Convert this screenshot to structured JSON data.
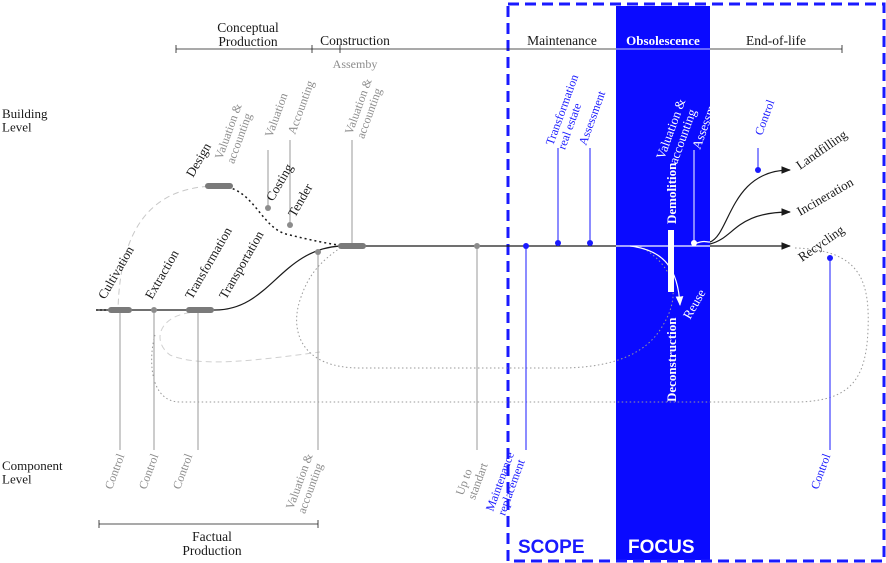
{
  "levels": {
    "building": "Building\nLevel",
    "component": "Component\nLevel"
  },
  "phases": {
    "conceptual_production": "Conceptual\nProduction",
    "construction": "Construction",
    "assembly": "Assemby",
    "maintenance": "Maintenance",
    "obsolescence": "Obsolescence",
    "end_of_life": "End-of-life",
    "factual_production": "Factual\nProduction"
  },
  "scope_label": "SCOPE",
  "focus_label": "FOCUS",
  "stages": {
    "design": "Design",
    "costing": "Costing",
    "tender": "Tender",
    "cultivation": "Cultivation",
    "extraction": "Extraction",
    "transformation": "Transformation",
    "transportation": "Transportation",
    "demolition": "Demolition",
    "deconstruction": "Deconstruction",
    "reuse": "Reuse",
    "landfilling": "Landfilling",
    "incineration": "Incineration",
    "recycling": "Recycling"
  },
  "building_actions": {
    "valuation_accounting_1": "Valuation &\naccounting",
    "valuation": "Valuation",
    "accounting": "Accounting",
    "valuation_accounting_2": "Valuation &\naccounting",
    "transformation_real_estate": "Transformation\nreal estate",
    "assessment_1": "Assessment",
    "valuation_accounting_3": "Valuation &\naccounting",
    "assessment_2": "Assessment",
    "control": "Control"
  },
  "component_actions": {
    "control_1": "Control",
    "control_2": "Control",
    "control_3": "Control",
    "valuation_accounting": "Valuation &\naccounting",
    "up_to_standart": "Up to\nstandart",
    "maintenance_replacement": "Maintenance\nreplacement",
    "control_4": "Control"
  },
  "colors": {
    "blue": "#1a1aff",
    "grey": "#8c8c8c",
    "black": "#1a1a1a"
  }
}
